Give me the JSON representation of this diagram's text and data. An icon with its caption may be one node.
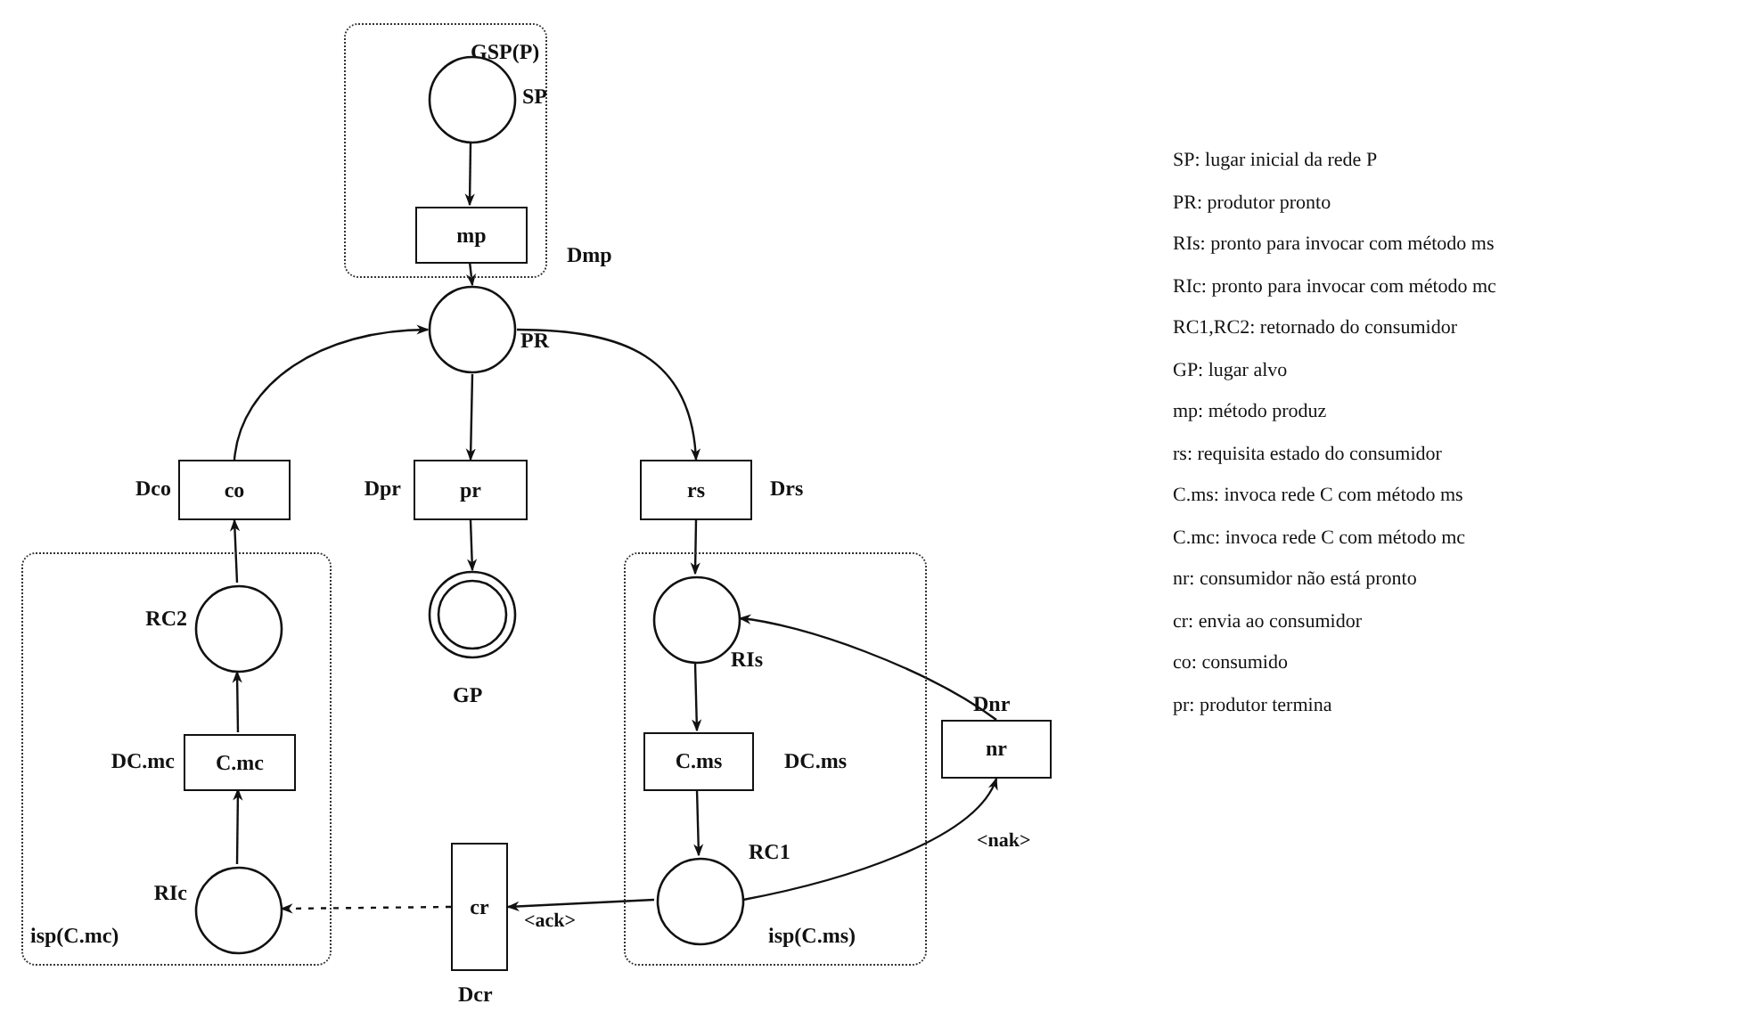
{
  "diagram": {
    "nodes": [
      {
        "text": [
          "GSP(P)"
        ]
      },
      {
        "text": [],
        "shape": "circle",
        "beside": [
          "SP"
        ],
        "in": 0
      },
      {
        "text": [
          "mp"
        ],
        "beside": [
          "Dmp"
        ],
        "in": 0
      },
      {
        "text": [],
        "shape": "circle",
        "beside": [
          "PR"
        ]
      },
      {
        "text": [
          "co"
        ],
        "beside": [
          "Dco"
        ]
      },
      {
        "text": [
          "pr"
        ],
        "beside": [
          "Dpr"
        ]
      },
      {
        "text": [
          "rs"
        ],
        "beside": [
          "Drs"
        ]
      },
      {
        "text": [],
        "shape": "double-circle",
        "beside": [
          "GP"
        ]
      },
      {
        "text": [
          "isp(C.mc)"
        ]
      },
      {
        "text": [],
        "shape": "circle",
        "beside": [
          "RC2"
        ],
        "in": 8
      },
      {
        "text": [
          "C.mc"
        ],
        "beside": [
          "DC.mc"
        ],
        "in": 8
      },
      {
        "text": [],
        "shape": "circle",
        "beside": [
          "RIc"
        ],
        "in": 8
      },
      {
        "text": [
          "cr"
        ],
        "beside": [
          "Dcr"
        ]
      },
      {
        "text": [
          "isp(C.ms)"
        ]
      },
      {
        "text": [],
        "shape": "circle",
        "beside": [
          "RIs"
        ],
        "in": 13
      },
      {
        "text": [
          "C.ms"
        ],
        "beside": [
          "DC.ms"
        ],
        "in": 13
      },
      {
        "text": [],
        "shape": "circle",
        "beside": [
          "RC1"
        ],
        "in": 13
      },
      {
        "text": [
          "nr"
        ],
        "beside": [
          "Dnr"
        ]
      }
    ],
    "edges": [
      {
        "from": 1,
        "to": 2,
        "arrow": "to"
      },
      {
        "from": 2,
        "to": 3,
        "arrow": "to"
      },
      {
        "from": 4,
        "to": 3,
        "arrow": "to"
      },
      {
        "from": 3,
        "to": 5,
        "arrow": "to"
      },
      {
        "from": 3,
        "to": 6,
        "arrow": "to"
      },
      {
        "from": 5,
        "to": 7,
        "arrow": "to"
      },
      {
        "from": 9,
        "to": 4,
        "arrow": "to"
      },
      {
        "from": 10,
        "to": 9,
        "arrow": "to"
      },
      {
        "from": 11,
        "to": 10,
        "arrow": "to"
      },
      {
        "from": 12,
        "to": 11,
        "arrow": "to",
        "style": "dashed"
      },
      {
        "from": 16,
        "to": 12,
        "arrow": "to",
        "label": "<ack>"
      },
      {
        "from": 6,
        "to": 14,
        "arrow": "to"
      },
      {
        "from": 14,
        "to": 15,
        "arrow": "to"
      },
      {
        "from": 15,
        "to": 16,
        "arrow": "to"
      },
      {
        "from": 16,
        "to": 17,
        "arrow": "to",
        "label": "<nak>"
      },
      {
        "from": 17,
        "to": 14,
        "arrow": "to"
      }
    ],
    "labels": [
      "SP: lugar inicial da rede P",
      "PR: produtor pronto",
      "RIs: pronto para invocar com método ms",
      "RIc: pronto para invocar com método mc",
      "RC1,RC2: retornado do consumidor",
      "GP: lugar alvo",
      "mp: método produz",
      "rs: requisita estado do consumidor",
      "C.ms: invoca rede C com método ms",
      "C.mc: invoca rede C com método mc",
      "nr: consumidor não está pronto",
      "cr: envia ao consumidor",
      "co: consumido",
      "pr: produtor termina"
    ]
  }
}
